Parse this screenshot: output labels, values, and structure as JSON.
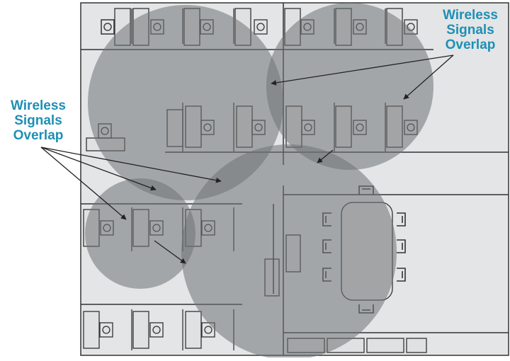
{
  "colors": {
    "room_fill": "#e3e5e6",
    "outline": "#333333",
    "furniture_fill": "#dfe1e2",
    "coverage_fill": "#6f7274",
    "label_color": "#1f8fb5"
  },
  "annotations": [
    {
      "id": "right",
      "lines": [
        "Wireless",
        "Signals",
        "Overlap"
      ]
    },
    {
      "id": "left",
      "lines": [
        "Wireless",
        "Signals",
        "Overlap"
      ]
    }
  ],
  "icons": [
    "office-chair-icon",
    "desk-icon",
    "conference-table-icon",
    "wireless-coverage-zone",
    "pointer-arrow"
  ]
}
